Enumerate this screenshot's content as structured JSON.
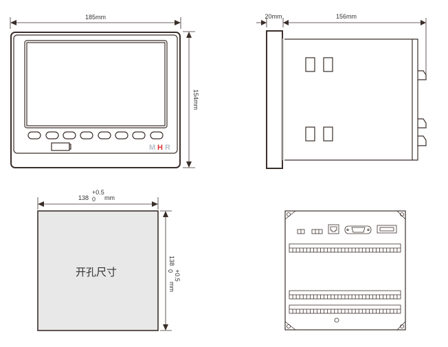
{
  "front_view": {
    "width_label": "185mm",
    "height_label": "154mm",
    "logo_letters": [
      "M",
      "H",
      "R"
    ],
    "button_count": 8
  },
  "side_view": {
    "panel_label": "20mm",
    "depth_label": "156mm"
  },
  "cutout_view": {
    "width_base": "138",
    "tol_upper": "+0.5",
    "tol_lower": "0",
    "unit": "mm",
    "height_base": "138",
    "center_text": "开孔尺寸"
  },
  "colors": {
    "line": "#3a2e2a",
    "cutout_fill": "#e8e8e8",
    "logo_red": "#e03030",
    "logo_gray": "#b8c0c8"
  }
}
